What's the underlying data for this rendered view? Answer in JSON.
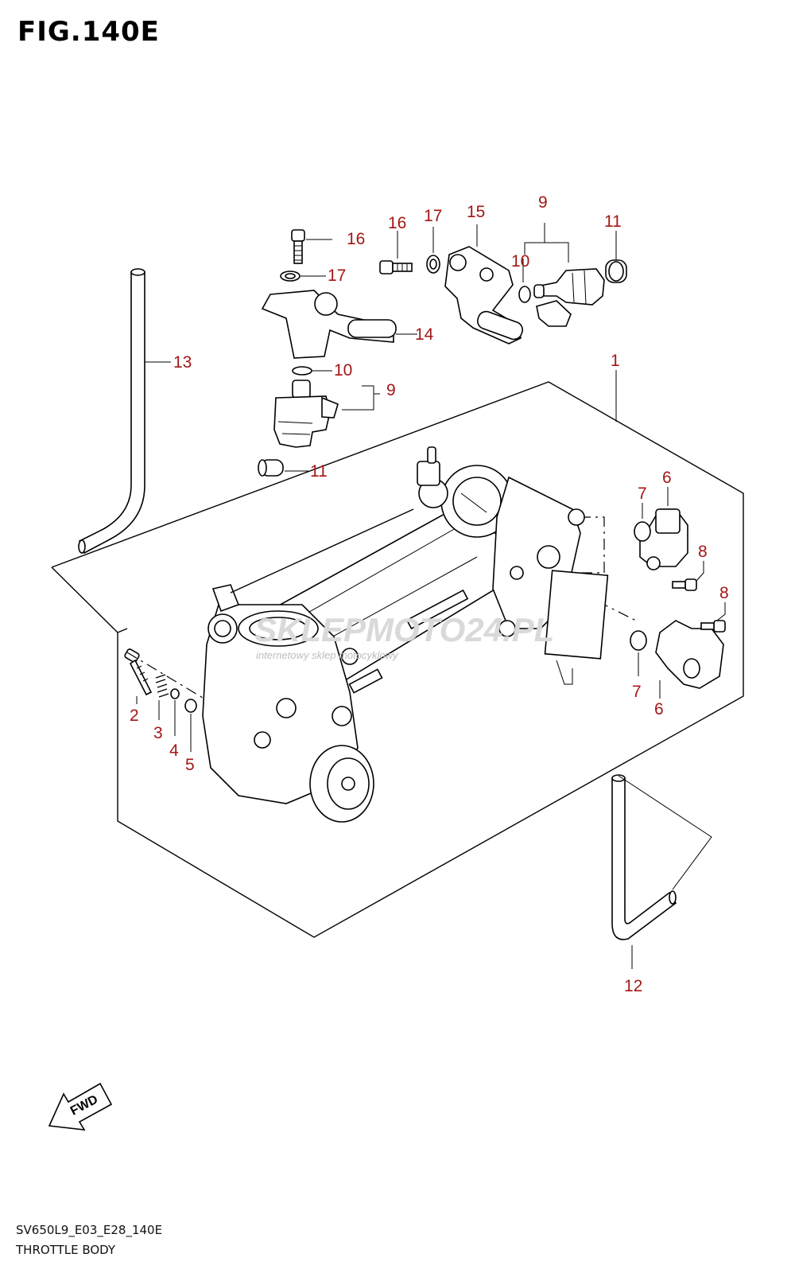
{
  "figure": {
    "title": "FIG.140E",
    "code": "SV650L9_E03_E28_140E",
    "subtitle": "THROTTLE BODY"
  },
  "watermark": {
    "brand": "SKLEPMOTO24.PL",
    "tagline": "internetowy sklep motocyklowy"
  },
  "fwd_arrow": {
    "label": "FWD"
  },
  "callouts": [
    {
      "id": "c1",
      "label": "1"
    },
    {
      "id": "c2",
      "label": "2"
    },
    {
      "id": "c3",
      "label": "3"
    },
    {
      "id": "c4",
      "label": "4"
    },
    {
      "id": "c5",
      "label": "5"
    },
    {
      "id": "c6a",
      "label": "6"
    },
    {
      "id": "c6b",
      "label": "6"
    },
    {
      "id": "c7a",
      "label": "7"
    },
    {
      "id": "c7b",
      "label": "7"
    },
    {
      "id": "c8a",
      "label": "8"
    },
    {
      "id": "c8b",
      "label": "8"
    },
    {
      "id": "c9a",
      "label": "9"
    },
    {
      "id": "c9b",
      "label": "9"
    },
    {
      "id": "c10a",
      "label": "10"
    },
    {
      "id": "c10b",
      "label": "10"
    },
    {
      "id": "c11a",
      "label": "11"
    },
    {
      "id": "c11b",
      "label": "11"
    },
    {
      "id": "c12",
      "label": "12"
    },
    {
      "id": "c13",
      "label": "13"
    },
    {
      "id": "c14",
      "label": "14"
    },
    {
      "id": "c15",
      "label": "15"
    },
    {
      "id": "c16a",
      "label": "16"
    },
    {
      "id": "c16b",
      "label": "16"
    },
    {
      "id": "c17a",
      "label": "17"
    },
    {
      "id": "c17b",
      "label": "17"
    }
  ],
  "colors": {
    "callout": "#a41616",
    "line": "#000000"
  }
}
